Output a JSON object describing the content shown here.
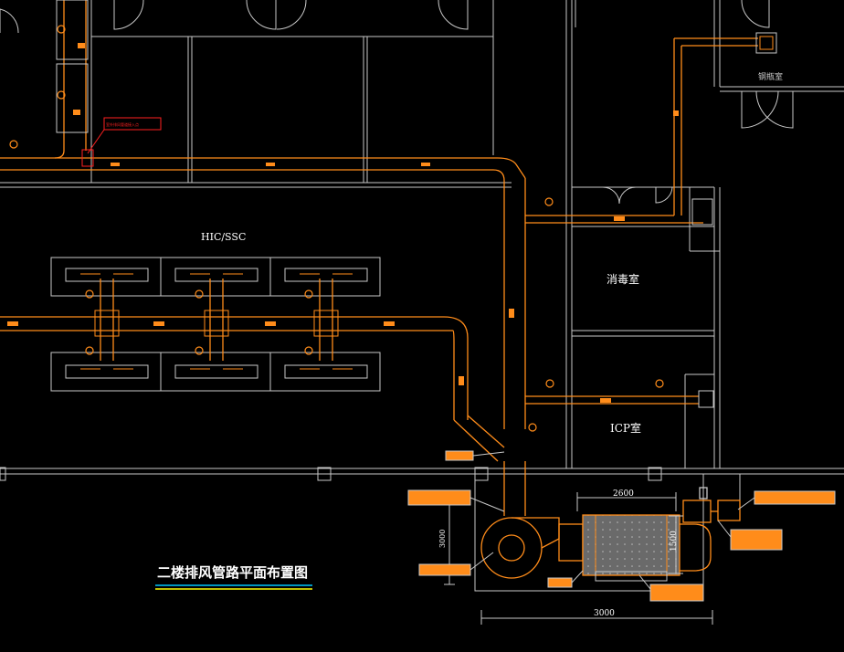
{
  "drawing": {
    "title": "二楼排风管路平面布置图",
    "rooms": {
      "hic_ssc": "HIC/SSC",
      "disinfection": "消毒室",
      "icp": "ICP室",
      "steel_room": "钢瓶室"
    },
    "dimensions": {
      "equipment_length": "2600",
      "equipment_height": "1500",
      "pad_width": "3000",
      "pad_depth": "3000"
    },
    "callout_note": "室外排风管道接入点",
    "colors": {
      "background": "#000000",
      "duct": "#ff8c1a",
      "wall": "#c8c8c8",
      "text": "#ffffff",
      "callout": "#ff2020",
      "title_underline_1": "#00c8ff",
      "title_underline_2": "#ffff00"
    }
  }
}
